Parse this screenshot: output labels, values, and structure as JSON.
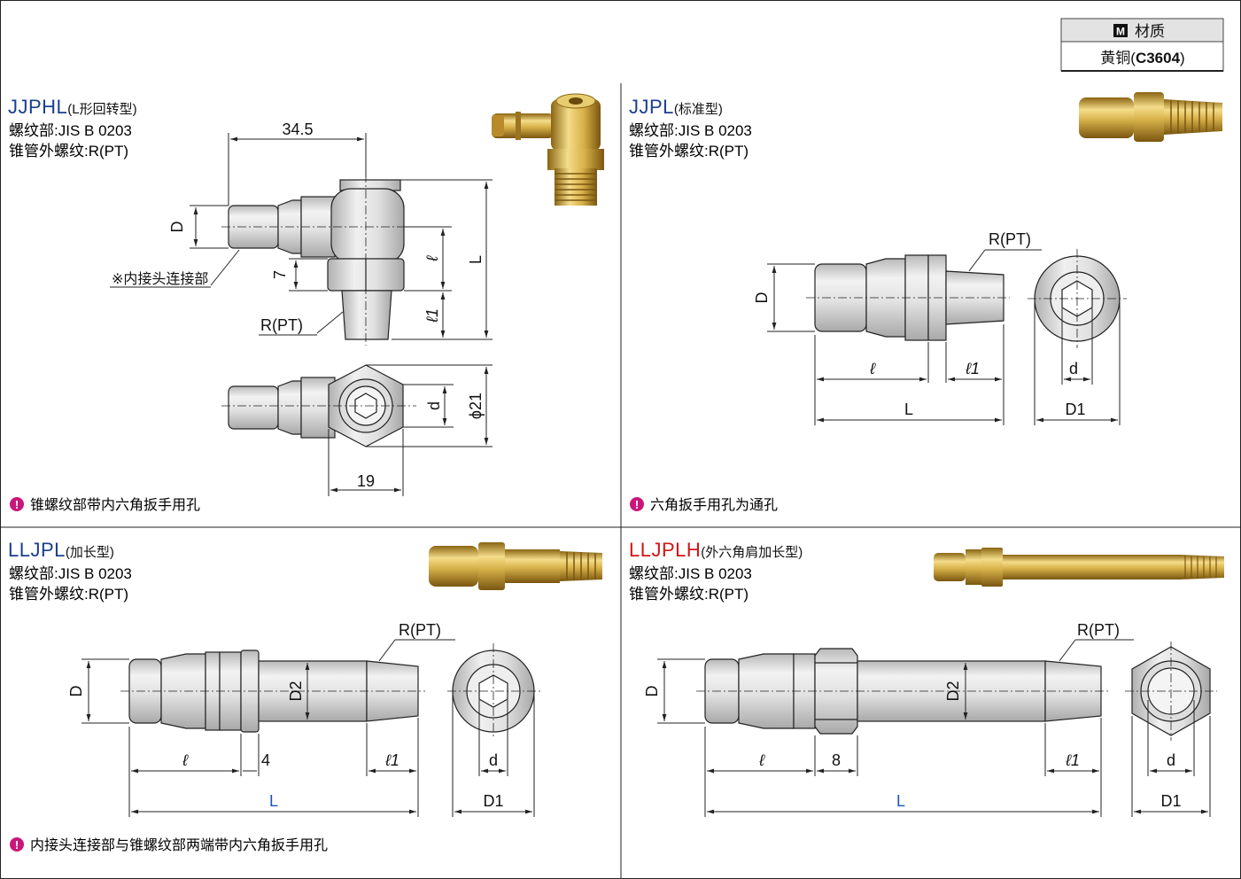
{
  "material": {
    "header": "材质",
    "badge": "M",
    "value_prefix": "黄铜(",
    "value_code": "C3604",
    "value_suffix": ")"
  },
  "panels": {
    "jjphl": {
      "code": "JJPHL",
      "type": "(L形回转型)",
      "spec1": "螺纹部:JIS B 0203",
      "spec2": "锥管外螺纹:R(PT)",
      "note": "锥螺纹部带内六角扳手用孔",
      "callout": "※内接头连接部",
      "labels": {
        "w345": "34.5",
        "D": "D",
        "L": "L",
        "seven": "7",
        "l": "ℓ",
        "l1": "ℓ1",
        "rpt": "R(PT)",
        "d": "d",
        "phi21": "ϕ21",
        "n19": "19"
      }
    },
    "jjpl": {
      "code": "JJPL",
      "type": "(标准型)",
      "spec1": "螺纹部:JIS B 0203",
      "spec2": "锥管外螺纹:R(PT)",
      "note": "六角扳手用孔为通孔",
      "labels": {
        "rpt": "R(PT)",
        "D": "D",
        "l": "ℓ",
        "l1": "ℓ1",
        "L": "L",
        "d": "d",
        "D1": "D1"
      }
    },
    "lljpl": {
      "code": "LLJPL",
      "type": "(加长型)",
      "spec1": "螺纹部:JIS B 0203",
      "spec2": "锥管外螺纹:R(PT)",
      "note": "内接头连接部与锥螺纹部两端带内六角扳手用孔",
      "labels": {
        "rpt": "R(PT)",
        "D": "D",
        "D2": "D2",
        "l": "ℓ",
        "four": "4",
        "l1": "ℓ1",
        "L": "L",
        "d": "d",
        "D1": "D1"
      }
    },
    "lljplh": {
      "code": "LLJPLH",
      "type": "(外六角肩加长型)",
      "spec1": "螺纹部:JIS B 0203",
      "spec2": "锥管外螺纹:R(PT)",
      "labels": {
        "rpt": "R(PT)",
        "D": "D",
        "D2": "D2",
        "l": "ℓ",
        "eight": "8",
        "l1": "ℓ1",
        "L": "L",
        "d": "d",
        "D1": "D1"
      }
    }
  },
  "colors": {
    "code_blue": "#1a3f8f",
    "code_red": "#d31414",
    "dim_blue": "#1a55b8",
    "note_icon": "#c8177a",
    "header_bg": "#e3e3e3",
    "brass": "#c9a030"
  }
}
